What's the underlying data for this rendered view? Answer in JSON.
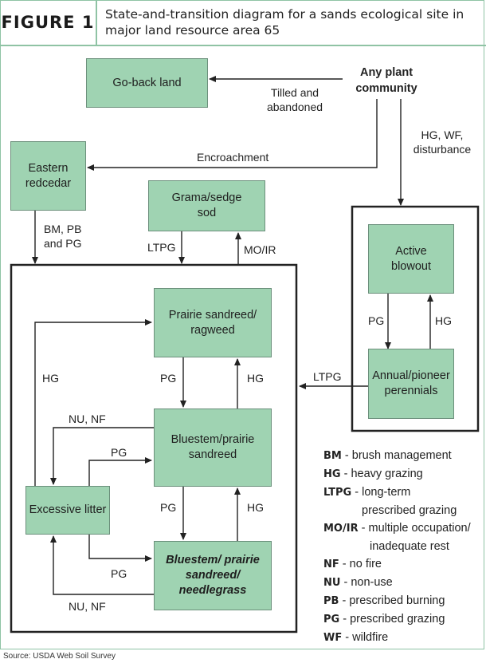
{
  "figure": {
    "label": "FIGURE 1",
    "title": "State-and-transition diagram for a sands ecological site in major land resource area 65"
  },
  "states": {
    "go_back": "Go-back land",
    "any_plant": "Any plant community",
    "eastern_redcedar": "Eastern redcedar",
    "grama_sedge": "Grama/sedge sod",
    "active_blowout": "Active blowout",
    "annual_pioneer": "Annual/pioneer perennials",
    "prairie_ragweed": "Prairie sandreed/ ragweed",
    "bluestem_prairie": "Bluestem/prairie sandreed",
    "excessive_litter": "Excessive litter",
    "bluestem_needle": "Bluestem/ prairie sandreed/ needlegrass"
  },
  "transitions": {
    "tilled": "Tilled and abandoned",
    "hg_wf": "HG, WF, disturbance",
    "encroachment": "Encroachment",
    "bm_pb_pg": "BM, PB and PG",
    "ltpg_left": "LTPG",
    "mo_ir": "MO/IR",
    "ltpg_right": "LTPG",
    "pg_blowout": "PG",
    "hg_blowout": "HG",
    "hg_litter": "HG",
    "pg_top": "PG",
    "hg_top": "HG",
    "nu_nf_top": "NU, NF",
    "pg_litter_top": "PG",
    "pg_mid": "PG",
    "hg_mid": "HG",
    "pg_litter_bottom": "PG",
    "nu_nf_bottom": "NU, NF"
  },
  "legend": [
    {
      "abbr": "BM",
      "desc": "brush management"
    },
    {
      "abbr": "HG",
      "desc": "heavy grazing"
    },
    {
      "abbr": "LTPG",
      "desc": "long-term",
      "desc2": "prescribed grazing"
    },
    {
      "abbr": "MO/IR",
      "desc": "multiple occupation/",
      "desc2": "inadequate rest"
    },
    {
      "abbr": "NF",
      "desc": "no fire"
    },
    {
      "abbr": "NU",
      "desc": "non-use"
    },
    {
      "abbr": "PB",
      "desc": "prescribed burning"
    },
    {
      "abbr": "PG",
      "desc": "prescribed grazing"
    },
    {
      "abbr": "WF",
      "desc": "wildfire"
    }
  ],
  "source": "Source: USDA Web Soil Survey",
  "colors": {
    "box_fill": "#9fd3b2",
    "accent_border": "#8fc3a4"
  }
}
